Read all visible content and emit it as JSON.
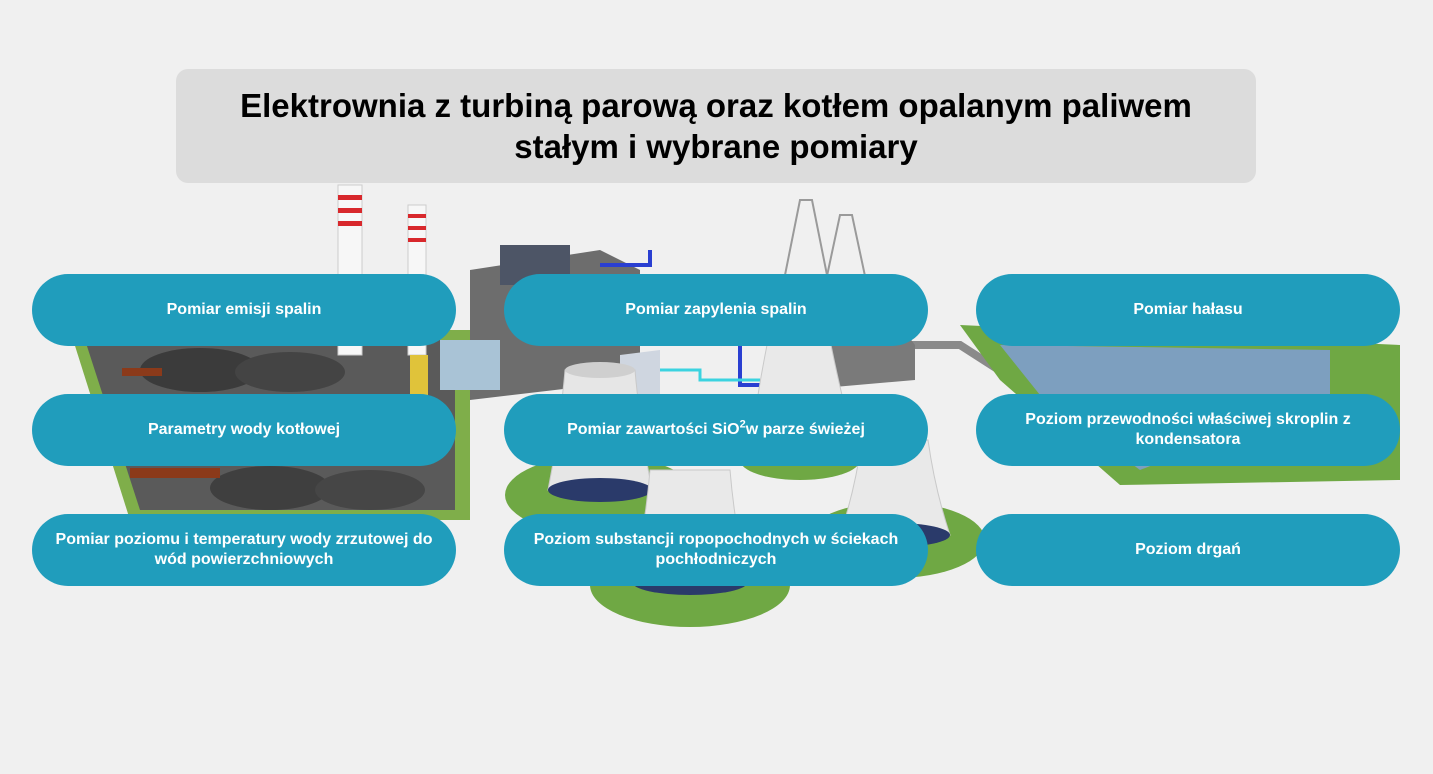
{
  "title": {
    "line1": "Elektrownia z turbiną parową oraz kotłem opalanym paliwem",
    "line2": "stałym i wybrane pomiary"
  },
  "buttons": [
    {
      "id": "emisja",
      "label": "Pomiar emisji spalin"
    },
    {
      "id": "zapylenie",
      "label": "Pomiar zapylenia spalin"
    },
    {
      "id": "halas",
      "label": "Pomiar hałasu"
    },
    {
      "id": "woda-kotlowa",
      "label": "Parametry wody kotłowej"
    },
    {
      "id": "sio2",
      "label_pre": "Pomiar zawartości SiO",
      "label_sub": "2",
      "label_post": "w parze świeżej"
    },
    {
      "id": "przewodnosc",
      "label": "Poziom przewodności właściwej skroplin z kondensatora"
    },
    {
      "id": "woda-zrzutowa",
      "label": "Pomiar poziomu i temperatury wody zrzutowej do wód powierzchniowych"
    },
    {
      "id": "ropopochodne",
      "label": "Poziom substancji ropopochodnych w ściekach pochłodniczych"
    },
    {
      "id": "drgania",
      "label": "Poziom drgań"
    }
  ],
  "colors": {
    "pill": "#209dbc",
    "title_bg": "#dcdcdc",
    "background": "#f0f0f0"
  }
}
